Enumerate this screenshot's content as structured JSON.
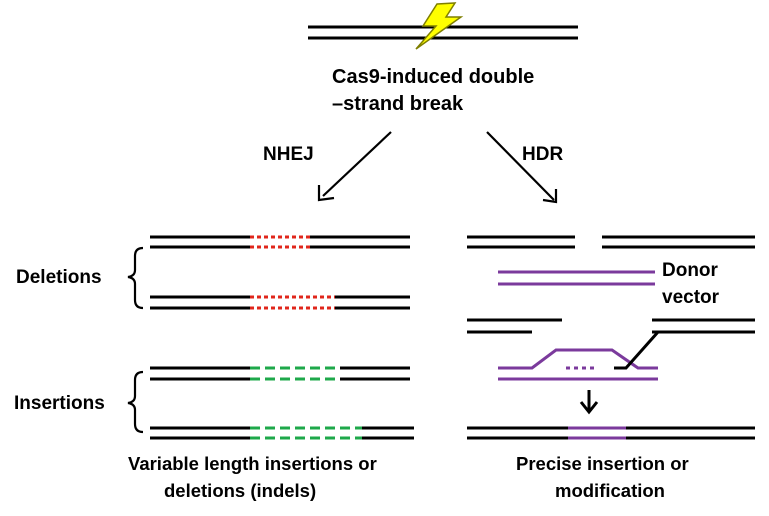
{
  "labels": {
    "break_line1": "Cas9-induced double",
    "break_line2": "–strand break",
    "nhej": "NHEJ",
    "hdr": "HDR",
    "deletions": "Deletions",
    "insertions": "Insertions",
    "donor_line1": "Donor",
    "donor_line2": "vector",
    "caption_left_line1": "Variable length insertions or",
    "caption_left_line2": "deletions (indels)",
    "caption_right_line1": "Precise insertion or",
    "caption_right_line2": "modification"
  },
  "colors": {
    "dna": "#000000",
    "deletion": "#e0261b",
    "insertion": "#1ea84a",
    "donor": "#7b3a9c",
    "lightning_fill": "#ffff00",
    "lightning_stroke": "#7f7f00"
  },
  "icons": {
    "break": "lightning-bolt-icon"
  }
}
